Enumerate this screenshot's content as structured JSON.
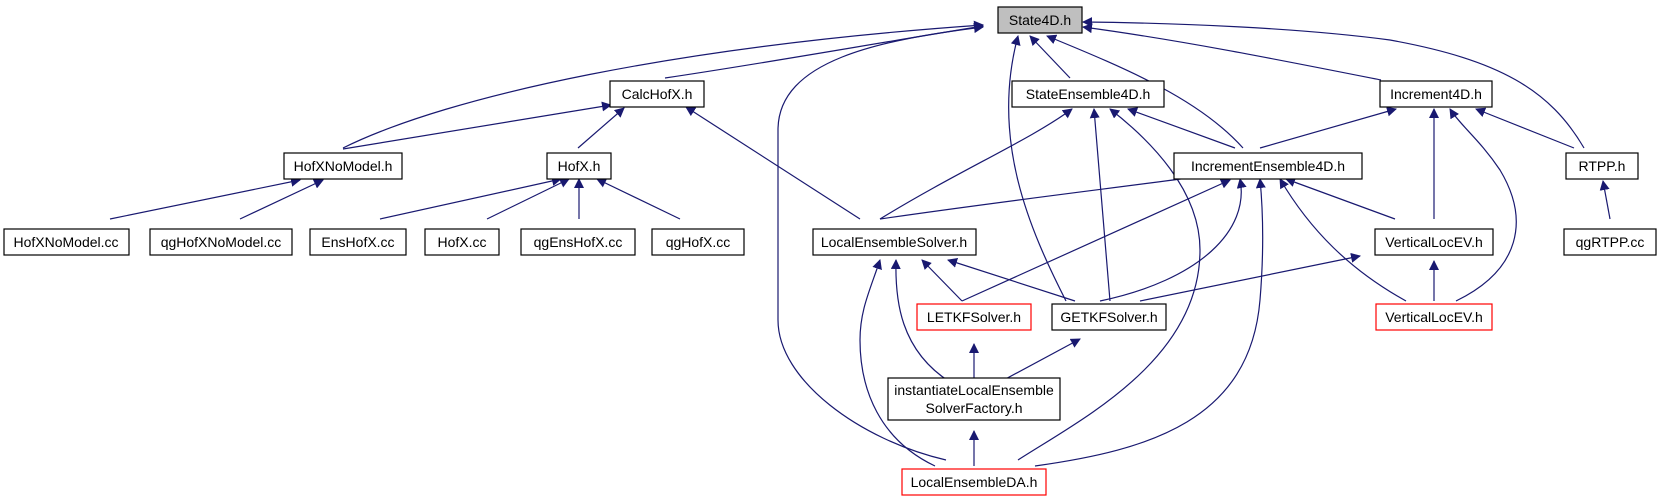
{
  "colors": {
    "edge": "#191970",
    "border_normal": "#000000",
    "border_truncated": "#ff0000",
    "fill_root": "#bfbfbf",
    "fill_normal": "#ffffff"
  },
  "nodes": {
    "state4d": {
      "label": "State4D.h",
      "style": "root"
    },
    "calchofx": {
      "label": "CalcHofX.h",
      "style": "normal"
    },
    "stateensemble4d": {
      "label": "StateEnsemble4D.h",
      "style": "normal"
    },
    "increment4d": {
      "label": "Increment4D.h",
      "style": "normal"
    },
    "hofxnomodel_h": {
      "label": "HofXNoModel.h",
      "style": "normal"
    },
    "hofx_h": {
      "label": "HofX.h",
      "style": "normal"
    },
    "incrementensemble4d": {
      "label": "IncrementEnsemble4D.h",
      "style": "normal"
    },
    "rtpp_h": {
      "label": "RTPP.h",
      "style": "normal"
    },
    "hofxnomodel_cc": {
      "label": "HofXNoModel.cc",
      "style": "normal"
    },
    "qghofxnomodel_cc": {
      "label": "qgHofXNoModel.cc",
      "style": "normal"
    },
    "enshofx_cc": {
      "label": "EnsHofX.cc",
      "style": "normal"
    },
    "hofx_cc": {
      "label": "HofX.cc",
      "style": "normal"
    },
    "qgenshofx_cc": {
      "label": "qgEnsHofX.cc",
      "style": "normal"
    },
    "qghofx_cc": {
      "label": "qgHofX.cc",
      "style": "normal"
    },
    "localensemblesolver": {
      "label": "LocalEnsembleSolver.h",
      "style": "normal"
    },
    "verticallocev_h": {
      "label": "VerticalLocEV.h",
      "style": "normal"
    },
    "qgrtpp_cc": {
      "label": "qgRTPP.cc",
      "style": "normal"
    },
    "letkfsolver": {
      "label": "LETKFSolver.h",
      "style": "truncated"
    },
    "getkfsolver": {
      "label": "GETKFSolver.h",
      "style": "normal"
    },
    "verticallocev_red": {
      "label": "VerticalLocEV.h",
      "style": "truncated"
    },
    "instantiate": {
      "label_line1": "instantiateLocalEnsemble",
      "label_line2": "SolverFactory.h",
      "style": "normal"
    },
    "localensembleda": {
      "label": "LocalEnsembleDA.h",
      "style": "truncated"
    }
  }
}
